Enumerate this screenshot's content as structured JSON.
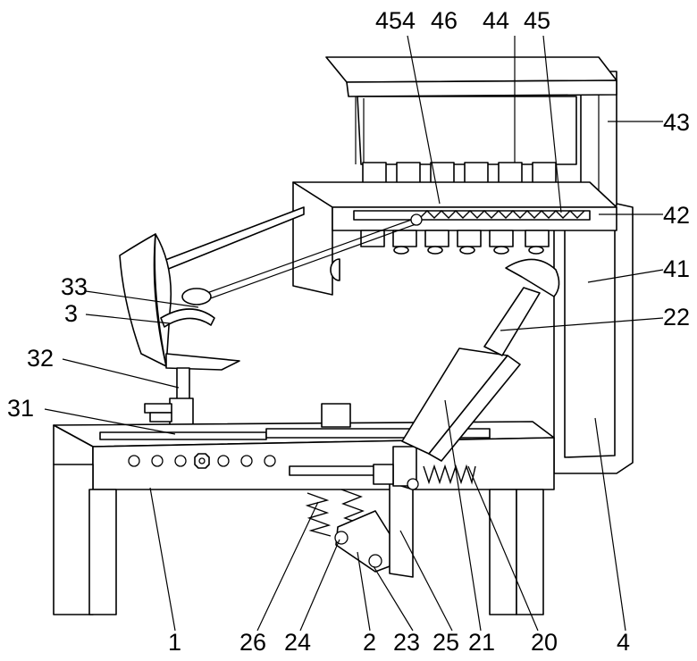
{
  "labels": [
    {
      "id": "454",
      "text": "454"
    },
    {
      "id": "46",
      "text": "46"
    },
    {
      "id": "44",
      "text": "44"
    },
    {
      "id": "45",
      "text": "45"
    },
    {
      "id": "43",
      "text": "43"
    },
    {
      "id": "42",
      "text": "42"
    },
    {
      "id": "41",
      "text": "41"
    },
    {
      "id": "22",
      "text": "22"
    },
    {
      "id": "33",
      "text": "33"
    },
    {
      "id": "3",
      "text": "3"
    },
    {
      "id": "32",
      "text": "32"
    },
    {
      "id": "31",
      "text": "31"
    },
    {
      "id": "1",
      "text": "1"
    },
    {
      "id": "26",
      "text": "26"
    },
    {
      "id": "24",
      "text": "24"
    },
    {
      "id": "2",
      "text": "2"
    },
    {
      "id": "23",
      "text": "23"
    },
    {
      "id": "25",
      "text": "25"
    },
    {
      "id": "21",
      "text": "21"
    },
    {
      "id": "20",
      "text": "20"
    },
    {
      "id": "4",
      "text": "4"
    }
  ]
}
